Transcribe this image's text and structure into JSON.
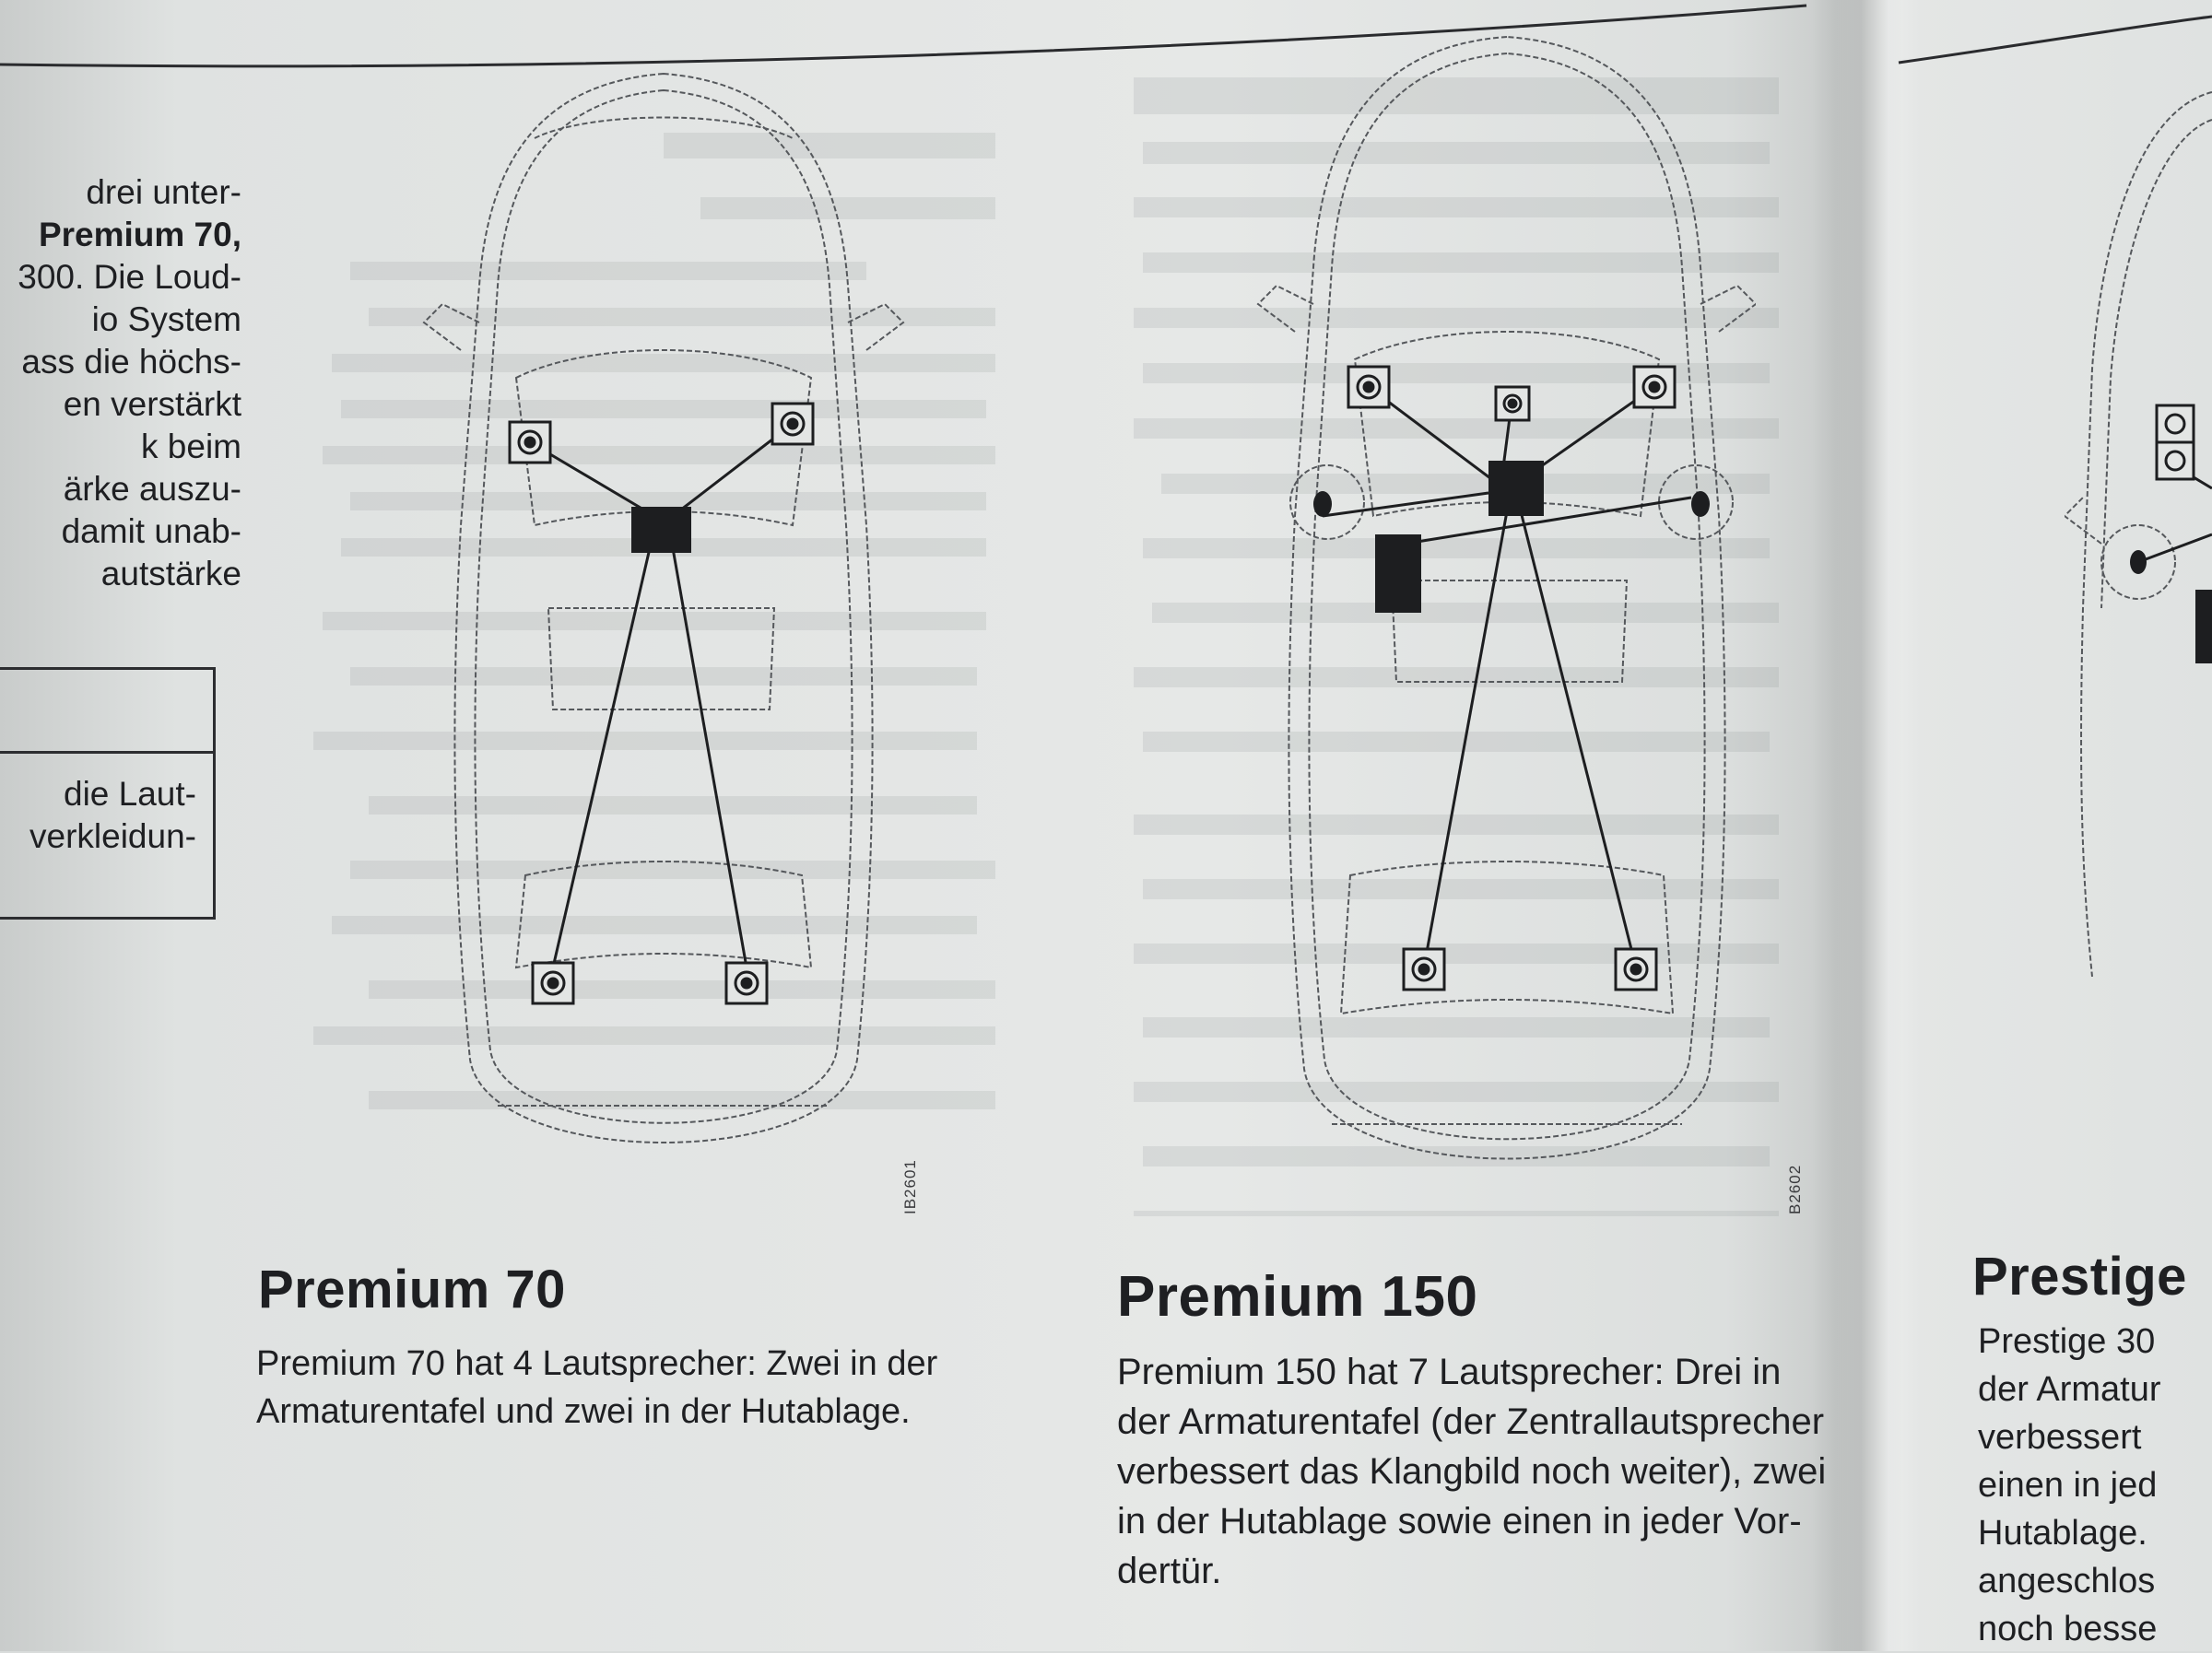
{
  "left_column": {
    "lines": [
      "drei unter-",
      "Premium 70,",
      "300. Die Loud-",
      "io System",
      "ass die höchs-",
      "en verstärkt",
      "k beim",
      "ärke auszu-",
      "damit unab-",
      "autstärke"
    ],
    "box_text": [
      "die Laut-",
      "verkleidun-"
    ]
  },
  "premium70": {
    "heading": "Premium 70",
    "text_lines": [
      "Premium 70 hat 4 Lautsprecher: Zwei in der",
      "Armaturentafel und zwei in der Hutablage."
    ],
    "figure_code": "IB2601"
  },
  "premium150": {
    "heading": "Premium 150",
    "text_lines": [
      "Premium 150 hat 7 Lautsprecher: Drei in",
      "der Armaturentafel (der Zentrallautsprecher",
      "verbessert das Klangbild noch weiter), zwei",
      "in der Hutablage sowie einen in jeder Vor-",
      "dertür."
    ],
    "figure_code": "B2602"
  },
  "prestige": {
    "heading": "Prestige",
    "text_lines": [
      "Prestige 30",
      "der Armatur",
      "verbessert",
      "einen in jed",
      "Hutablage.",
      "angeschlos",
      "noch besse"
    ]
  },
  "colors": {
    "ink": "#1e1f22",
    "line_art": "#4a4c50",
    "paper": "#e3e5e4"
  }
}
